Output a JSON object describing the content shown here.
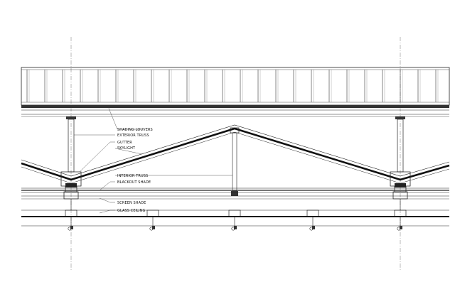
{
  "drawing": {
    "labels": {
      "shading_louvers": "SHADING LOUVERS",
      "exterior_truss": "EXTERIOR TRUSS",
      "gutter": "GUTTER",
      "skylight": "SKYLIGHT",
      "interior_truss": "INTERIOR TRUSS",
      "blackout_shade": "BLACKOUT SHADE",
      "screen_shade": "SCREEN SHADE",
      "glass_ceiling": "GLASS CEILING"
    },
    "colors": {
      "line": "#222222",
      "background": "#ffffff"
    }
  }
}
